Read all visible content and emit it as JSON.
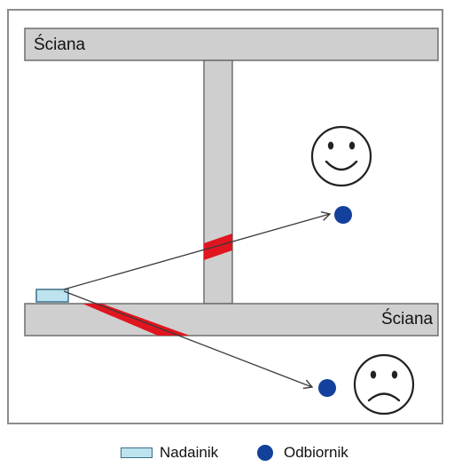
{
  "walls": {
    "top_label": "Ściana",
    "bottom_label": "Ściana"
  },
  "legend": {
    "transmitter_label": "Nadainik",
    "receiver_label": "Odbiornik"
  },
  "colors": {
    "wall_fill": "#d0cfcf",
    "wall_stroke": "#6e6e6e",
    "attenuation": "#e0151f",
    "transmitter": "#bde3ef",
    "receiver": "#12409a",
    "ray": "#3a3a3a"
  },
  "icons": {
    "happy": "smiley-happy-icon",
    "sad": "smiley-sad-icon"
  }
}
